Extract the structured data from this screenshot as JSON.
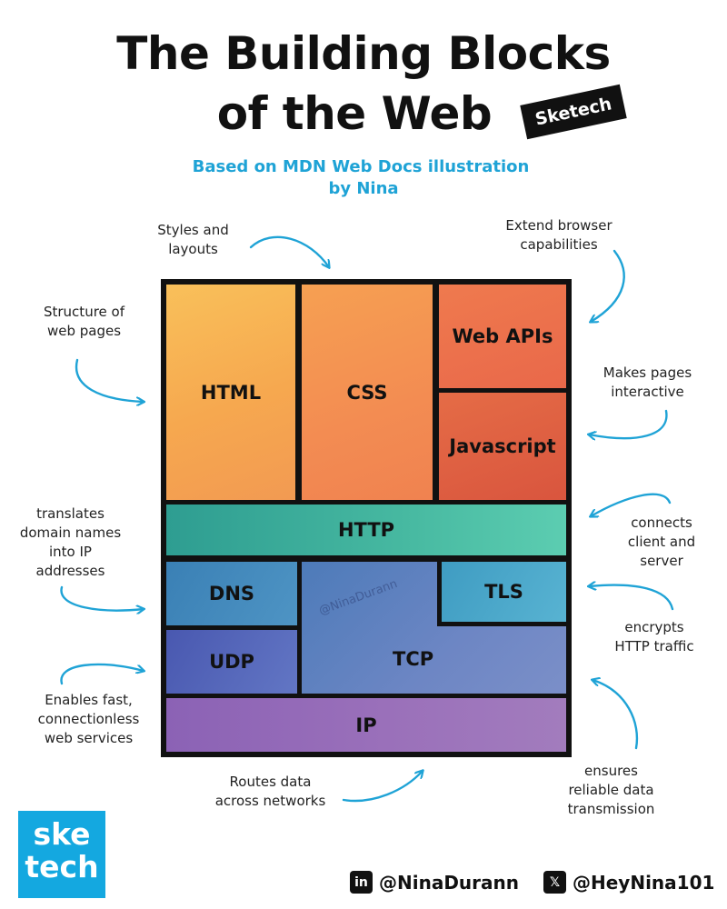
{
  "header": {
    "title_line1": "The Building Blocks",
    "title_line2": "of the Web",
    "badge": "Sketech",
    "subtitle_line1": "Based on MDN Web Docs illustration",
    "subtitle_line2": "by Nina"
  },
  "blocks": {
    "html": "HTML",
    "css": "CSS",
    "web_apis": "Web APIs",
    "javascript": "Javascript",
    "http": "HTTP",
    "dns": "DNS",
    "udp": "UDP",
    "tcp": "TCP",
    "tls": "TLS",
    "ip": "IP"
  },
  "watermark": "@NinaDurann",
  "notes": {
    "styles": "Styles and\nlayouts",
    "extend": "Extend browser\ncapabilities",
    "structure": "Structure of\nweb pages",
    "interactive": "Makes pages\ninteractive",
    "dns": "translates\ndomain names\ninto IP\naddresses",
    "http": "connects\nclient and\nserver",
    "tls": "encrypts\nHTTP traffic",
    "udp": "Enables fast,\nconnectionless\nweb services",
    "ip": "Routes data\nacross networks",
    "tcp": "ensures\nreliable data\ntransmission"
  },
  "footer": {
    "logo_line1": "ske",
    "logo_line2": "tech",
    "linkedin_icon": "in",
    "linkedin": "@NinaDurann",
    "x_icon": "𝕏",
    "x_handle": "@HeyNina101"
  },
  "colors": {
    "accent": "#1fa3d6",
    "html": "#f6a84f",
    "css": "#f38c52",
    "web_apis": "#ec704c",
    "javascript": "#df5f42",
    "http": "#47b9a1",
    "dns": "#4a8fc1",
    "udp": "#5565ba",
    "tcp": "#6a84c2",
    "tls": "#4ba8ca",
    "ip": "#9a70ba"
  }
}
